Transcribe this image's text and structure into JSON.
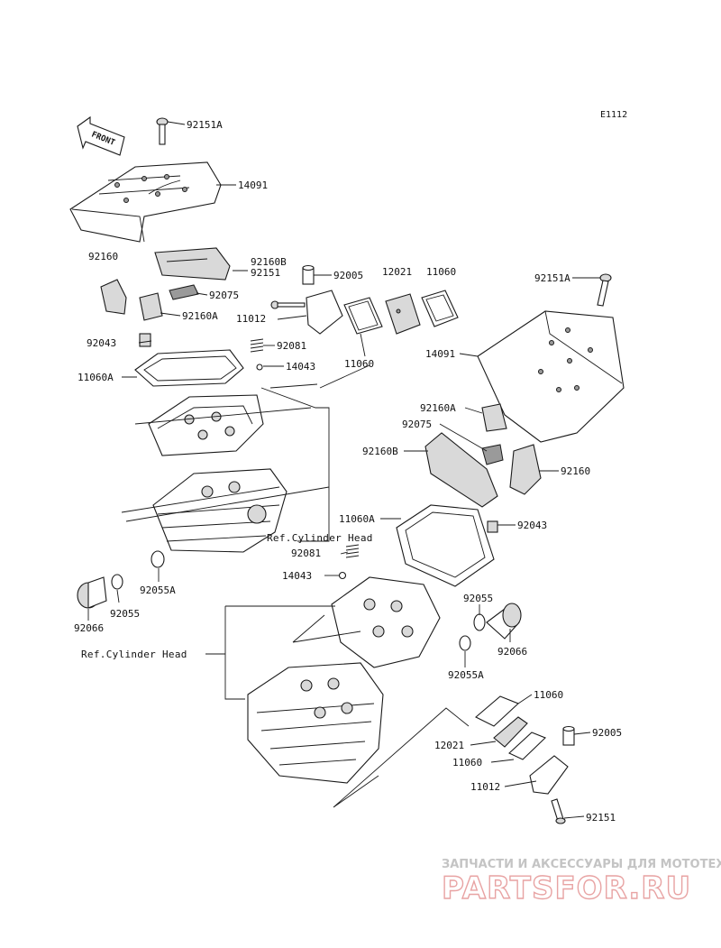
{
  "diagram_code": "E1112",
  "front_marker": "FRONT",
  "labels": {
    "p92151A_top": "92151A",
    "p14091_top": "14091",
    "p92160_left": "92160",
    "p92160B_left": "92160B",
    "p92151_left": "92151",
    "p92005_left": "92005",
    "p12021_left": "12021",
    "p11060_left_top": "11060",
    "p92075_left": "92075",
    "p11012_left": "11012",
    "p92160A_left": "92160A",
    "p92043_left": "92043",
    "p92081_left": "92081",
    "p11060_left_mid": "11060",
    "p14043_left": "14043",
    "p11060A_left": "11060A",
    "p92151A_right": "92151A",
    "p14091_right": "14091",
    "p92160A_right": "92160A",
    "p92075_right": "92075",
    "p92160B_right": "92160B",
    "p92160_right": "92160",
    "p11060A_right": "11060A",
    "p92043_right": "92043",
    "ref_cyl_head_1": "Ref.Cylinder Head",
    "p92081_right": "92081",
    "p14043_right": "14043",
    "p92055A_left": "92055A",
    "p92055_left": "92055",
    "p92066_left": "92066",
    "p92055_right": "92055",
    "p92066_right": "92066",
    "p92055A_right": "92055A",
    "ref_cyl_head_2": "Ref.Cylinder Head",
    "p11060_right_a": "11060",
    "p92005_right": "92005",
    "p12021_right": "12021",
    "p11060_right_b": "11060",
    "p11012_right": "11012",
    "p92151_right": "92151"
  },
  "watermark": {
    "tagline": "ЗАПЧАСТИ И АКСЕССУАРЫ ДЛЯ МОТОТЕХНИКИ",
    "logo": "PARTSFOR.RU"
  },
  "colors": {
    "line": "#1a1a1a",
    "shade": "#d9d9d9",
    "watermark_text": "#c4c4c4",
    "watermark_logo": "#e8a3a3"
  }
}
